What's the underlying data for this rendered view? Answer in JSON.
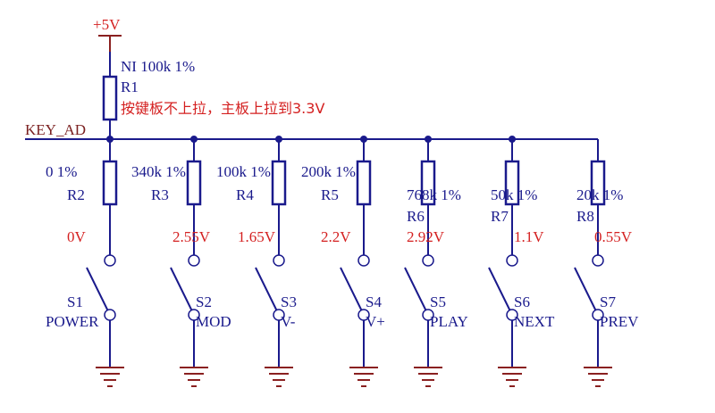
{
  "supply": {
    "label": "+5V",
    "color": "#8a2020"
  },
  "pullup": {
    "value": "NI 100k 1%",
    "ref": "R1",
    "note": "按键板不上拉，主板上拉到3.3V"
  },
  "net": {
    "label": "KEY_AD"
  },
  "branches": [
    {
      "res_value": "0 1%",
      "res_ref": "R2",
      "voltage": "0V",
      "sw_ref": "S1",
      "sw_label": "POWER"
    },
    {
      "res_value": "340k 1%",
      "res_ref": "R3",
      "voltage": "2.55V",
      "sw_ref": "S2",
      "sw_label": "MOD"
    },
    {
      "res_value": "100k 1%",
      "res_ref": "R4",
      "voltage": "1.65V",
      "sw_ref": "S3",
      "sw_label": "V-"
    },
    {
      "res_value": "200k 1%",
      "res_ref": "R5",
      "voltage": "2.2V",
      "sw_ref": "S4",
      "sw_label": "V+"
    },
    {
      "res_value": "768k 1%",
      "res_ref": "R6",
      "voltage": "2.92V",
      "sw_ref": "S5",
      "sw_label": "PLAY"
    },
    {
      "res_value": "50k 1%",
      "res_ref": "R7",
      "voltage": "1.1V",
      "sw_ref": "S6",
      "sw_label": "NEXT"
    },
    {
      "res_value": "20k 1%",
      "res_ref": "R8",
      "voltage": "0.55V",
      "sw_ref": "S7",
      "sw_label": "PREV"
    }
  ],
  "colors": {
    "wire": "#1a1a8c",
    "text_blue": "#1a1a8c",
    "text_red": "#d42020",
    "ground": "#8a2020"
  }
}
